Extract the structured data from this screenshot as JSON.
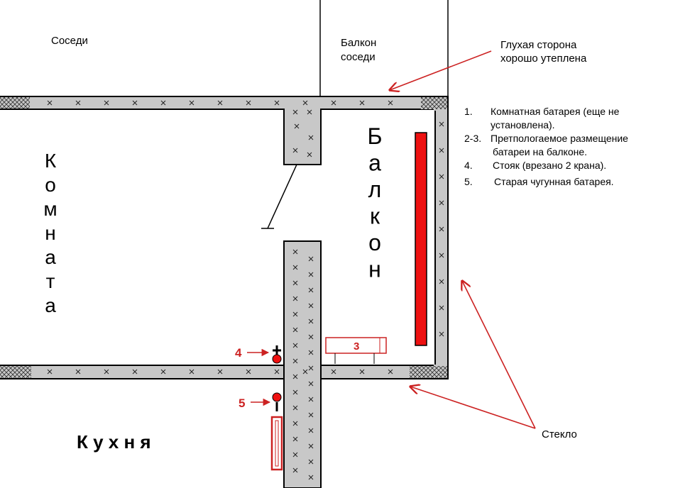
{
  "labels": {
    "neighbors": "Соседи",
    "neighbor_balcony_line1": "Балкон",
    "neighbor_balcony_line2": "соседи",
    "blind_side_line1": "Глухая сторона",
    "blind_side_line2": "хорошо утеплена",
    "glass": "Стекло",
    "kitchen": "К у х н я",
    "room_letters": [
      "К",
      "о",
      "м",
      "н",
      "а",
      "т",
      "а"
    ],
    "balcony_letters": [
      "Б",
      "а",
      "л",
      "к",
      "о",
      "н"
    ]
  },
  "legend": {
    "items": [
      {
        "num": "1.",
        "lines": [
          "Комнатная батарея (еще не",
          "установлена)."
        ]
      },
      {
        "num": "2-3.",
        "lines": [
          "Претпологаемое размещение",
          "батареи на балконе."
        ]
      },
      {
        "num": "4.",
        "lines": [
          "Стояк (врезано 2 крана)."
        ]
      },
      {
        "num": "5.",
        "lines": [
          "Старая чугунная батарея."
        ]
      }
    ]
  },
  "markers": {
    "radiator_3": "3",
    "riser_4": "4",
    "old_radiator_5": "5"
  },
  "colors": {
    "wall_fill": "#c8c8c8",
    "radiator_red": "#ee1111",
    "arrow_red": "#cc2222",
    "text": "#000000"
  }
}
